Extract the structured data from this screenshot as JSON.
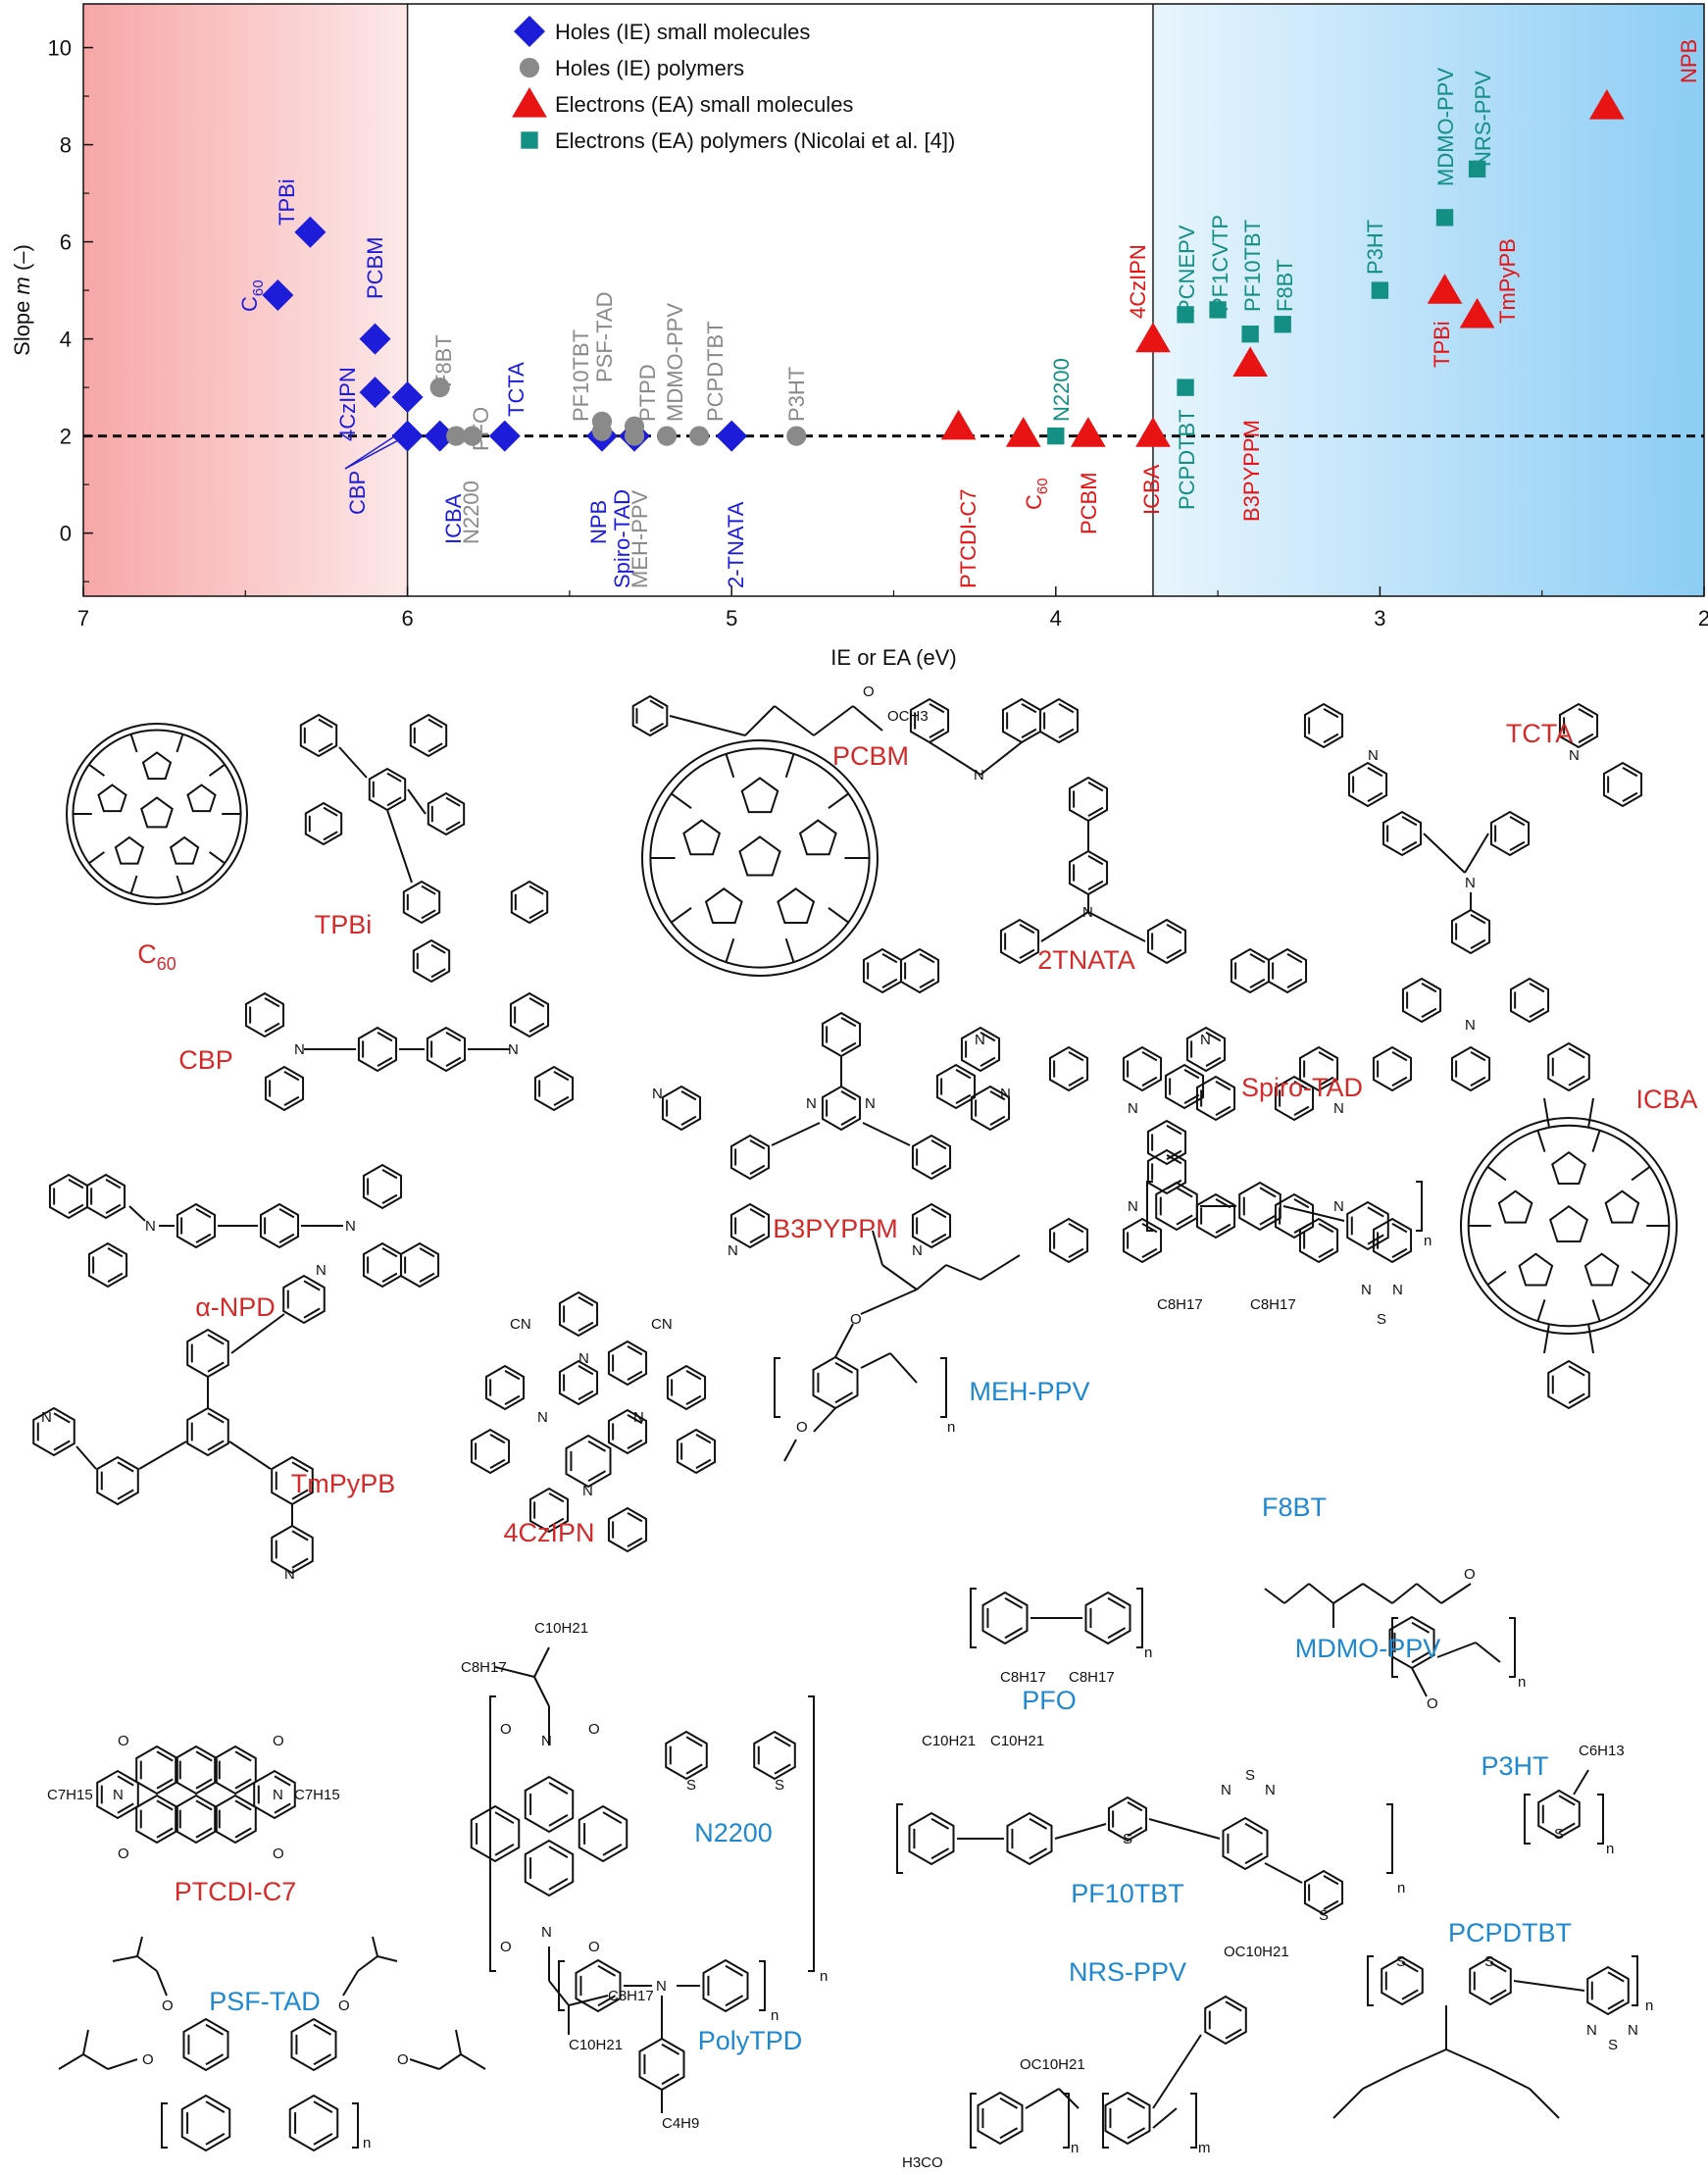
{
  "chart_data": {
    "type": "scatter",
    "xlabel": "IE or EA (eV)",
    "ylabel_prefix": "Slope ",
    "ylabel_var": "m",
    "ylabel_suffix": " (–)",
    "xlim": [
      7,
      2
    ],
    "ylim": [
      -1.3,
      10.9
    ],
    "xticks": [
      7,
      6,
      5,
      4,
      3,
      2
    ],
    "yticks": [
      0,
      2,
      4,
      6,
      8,
      10
    ],
    "reference_line_y": 2,
    "regions": [
      {
        "x_from": 7,
        "x_to": 6,
        "color": "#f7a6a6"
      },
      {
        "x_from": 3.7,
        "x_to": 2,
        "color": "#8ccdf5"
      }
    ],
    "legend_position": "top-center",
    "series": [
      {
        "name": "Holes (IE) small molecules",
        "marker": "diamond",
        "color": "#1c1cd9",
        "points": [
          {
            "label": "C60",
            "x": 6.4,
            "y": 4.9
          },
          {
            "label": "TPBi",
            "x": 6.3,
            "y": 6.2
          },
          {
            "label": "PCBM",
            "x": 6.1,
            "y": 4.0
          },
          {
            "label": "4CzIPN",
            "x": 6.1,
            "y": 2.9
          },
          {
            "label": "",
            "x": 6.0,
            "y": 2.8
          },
          {
            "label": "CBP",
            "x": 6.0,
            "y": 2.0
          },
          {
            "label": "ICBA",
            "x": 5.9,
            "y": 2.0
          },
          {
            "label": "TCTA",
            "x": 5.7,
            "y": 2.0
          },
          {
            "label": "NPB",
            "x": 5.4,
            "y": 2.0
          },
          {
            "label": "Spiro-TAD",
            "x": 5.3,
            "y": 2.0
          },
          {
            "label": "2-TNATA",
            "x": 5.0,
            "y": 2.0
          }
        ]
      },
      {
        "name": "Holes (IE) polymers",
        "marker": "circle",
        "color": "#8a8a8a",
        "points": [
          {
            "label": "F8BT",
            "x": 5.9,
            "y": 3.0
          },
          {
            "label": "N2200",
            "x": 5.85,
            "y": 2.0
          },
          {
            "label": "PFO",
            "x": 5.8,
            "y": 2.0
          },
          {
            "label": "PF10TBT",
            "x": 5.4,
            "y": 2.3
          },
          {
            "label": "PSF-TAD",
            "x": 5.4,
            "y": 2.1
          },
          {
            "label": "MEH-PPV",
            "x": 5.3,
            "y": 2.0
          },
          {
            "label": "PTPD",
            "x": 5.3,
            "y": 2.2
          },
          {
            "label": "MDMO-PPV",
            "x": 5.2,
            "y": 2.0
          },
          {
            "label": "PCPDTBT",
            "x": 5.1,
            "y": 2.0
          },
          {
            "label": "P3HT",
            "x": 4.8,
            "y": 2.0
          }
        ]
      },
      {
        "name": "Electrons (EA) small molecules",
        "marker": "triangle",
        "color": "#e81313",
        "points": [
          {
            "label": "PTCDI-C7",
            "x": 4.3,
            "y": 2.2
          },
          {
            "label": "C60",
            "x": 4.1,
            "y": 2.05
          },
          {
            "label": "PCBM",
            "x": 3.9,
            "y": 2.05
          },
          {
            "label": "ICBA",
            "x": 3.7,
            "y": 2.05
          },
          {
            "label": "4CzIPN",
            "x": 3.7,
            "y": 4.0
          },
          {
            "label": "B3PYPPM",
            "x": 3.4,
            "y": 3.5
          },
          {
            "label": "TPBi",
            "x": 2.8,
            "y": 5.0
          },
          {
            "label": "TmPyPB",
            "x": 2.7,
            "y": 4.5
          },
          {
            "label": "NPB",
            "x": 2.3,
            "y": 8.8
          }
        ]
      },
      {
        "name": "Electrons (EA) polymers (Nicolai et al. [4])",
        "marker": "square",
        "color": "#148f83",
        "points": [
          {
            "label": "N2200",
            "x": 4.0,
            "y": 2.0
          },
          {
            "label": "PCPDTBT",
            "x": 3.6,
            "y": 3.0
          },
          {
            "label": "PCNEPV",
            "x": 3.6,
            "y": 4.5
          },
          {
            "label": "PF1CVTP",
            "x": 3.5,
            "y": 4.6
          },
          {
            "label": "PF10TBT",
            "x": 3.4,
            "y": 4.1
          },
          {
            "label": "F8BT",
            "x": 3.3,
            "y": 4.3
          },
          {
            "label": "P3HT",
            "x": 3.0,
            "y": 5.0
          },
          {
            "label": "MDMO-PPV",
            "x": 2.8,
            "y": 6.5
          },
          {
            "label": "NRS-PPV",
            "x": 2.7,
            "y": 7.5
          }
        ]
      }
    ]
  },
  "point_labels": [
    {
      "text": "TPBi",
      "color": "#1c1cd9"
    },
    {
      "text": "C",
      "sub": "60",
      "color": "#1c1cd9"
    },
    {
      "text": "PCBM",
      "color": "#1c1cd9"
    },
    {
      "text": "4CzIPN",
      "color": "#1c1cd9"
    },
    {
      "text": "CBP",
      "color": "#1c1cd9"
    },
    {
      "text": "ICBA",
      "color": "#1c1cd9"
    },
    {
      "text": "N2200",
      "color": "#8a8a8a"
    },
    {
      "text": "F8BT",
      "color": "#8a8a8a"
    },
    {
      "text": "PFO",
      "color": "#8a8a8a"
    },
    {
      "text": "TCTA",
      "color": "#1c1cd9"
    },
    {
      "text": "PF10TBT",
      "color": "#8a8a8a"
    },
    {
      "text": "PSF-TAD",
      "color": "#8a8a8a"
    },
    {
      "text": "PTPD",
      "color": "#8a8a8a"
    },
    {
      "text": "MDMO-PPV",
      "color": "#8a8a8a"
    },
    {
      "text": "PCPDTBT",
      "color": "#8a8a8a"
    },
    {
      "text": "P3HT",
      "color": "#8a8a8a"
    },
    {
      "text": "NPB",
      "color": "#1c1cd9"
    },
    {
      "text": "Spiro-TAD",
      "color": "#1c1cd9"
    },
    {
      "text": "MEH-PPV",
      "color": "#8a8a8a"
    },
    {
      "text": "2-TNATA",
      "color": "#1c1cd9"
    },
    {
      "text": "PTCDI-C7",
      "color": "#e81313"
    },
    {
      "text": "C",
      "sub": "60",
      "color": "#e81313"
    },
    {
      "text": "N2200",
      "color": "#148f83"
    },
    {
      "text": "PCBM",
      "color": "#e81313"
    },
    {
      "text": "ICBA",
      "color": "#e81313"
    },
    {
      "text": "4CzIPN",
      "color": "#e81313"
    },
    {
      "text": "PCNEPV",
      "color": "#148f83"
    },
    {
      "text": "PF1CVTP",
      "color": "#148f83"
    },
    {
      "text": "PF10TBT",
      "color": "#148f83"
    },
    {
      "text": "F8BT",
      "color": "#148f83"
    },
    {
      "text": "PCPDTBT",
      "color": "#148f83"
    },
    {
      "text": "B3PYPPM",
      "color": "#e81313"
    },
    {
      "text": "P3HT",
      "color": "#148f83"
    },
    {
      "text": "MDMO-PPV",
      "color": "#148f83"
    },
    {
      "text": "NRS-PPV",
      "color": "#148f83"
    },
    {
      "text": "TPBi",
      "color": "#e81313"
    },
    {
      "text": "TmPyPB",
      "color": "#e81313"
    },
    {
      "text": "NPB",
      "color": "#e81313"
    }
  ],
  "molecules": [
    {
      "name": "C",
      "sub": "60",
      "color": "#d42a2a"
    },
    {
      "name": "TPBi",
      "color": "#d42a2a"
    },
    {
      "name": "PCBM",
      "color": "#d42a2a"
    },
    {
      "name": "2TNATA",
      "color": "#d42a2a"
    },
    {
      "name": "TCTA",
      "color": "#d42a2a"
    },
    {
      "name": "CBP",
      "color": "#d42a2a"
    },
    {
      "name": "B3PYPPM",
      "color": "#d42a2a"
    },
    {
      "name": "Spiro-TAD",
      "color": "#d42a2a"
    },
    {
      "name": "ICBA",
      "color": "#d42a2a"
    },
    {
      "name": "α-NPD",
      "color": "#d42a2a"
    },
    {
      "name": "4CzIPN",
      "color": "#d42a2a"
    },
    {
      "name": "MEH-PPV",
      "color": "#1e88d0"
    },
    {
      "name": "F8BT",
      "color": "#1e88d0"
    },
    {
      "name": "TmPyPB",
      "color": "#d42a2a"
    },
    {
      "name": "PFO",
      "color": "#1e88d0"
    },
    {
      "name": "MDMO-PPV",
      "color": "#1e88d0"
    },
    {
      "name": "P3HT",
      "color": "#1e88d0"
    },
    {
      "name": "N2200",
      "color": "#1e88d0"
    },
    {
      "name": "PTCDI-C7",
      "color": "#d42a2a"
    },
    {
      "name": "PF10TBT",
      "color": "#1e88d0"
    },
    {
      "name": "PSF-TAD",
      "color": "#1e88d0"
    },
    {
      "name": "PolyTPD",
      "color": "#1e88d0"
    },
    {
      "name": "NRS-PPV",
      "color": "#1e88d0"
    },
    {
      "name": "PCPDTBT",
      "color": "#1e88d0"
    }
  ],
  "chem_text": [
    "N",
    "O",
    "S",
    "CN",
    "OCH3",
    "H3CO",
    "C8H17",
    "C10H21",
    "C7H15",
    "C6H13",
    "C4H9",
    "OC10H21",
    "n",
    "m"
  ]
}
